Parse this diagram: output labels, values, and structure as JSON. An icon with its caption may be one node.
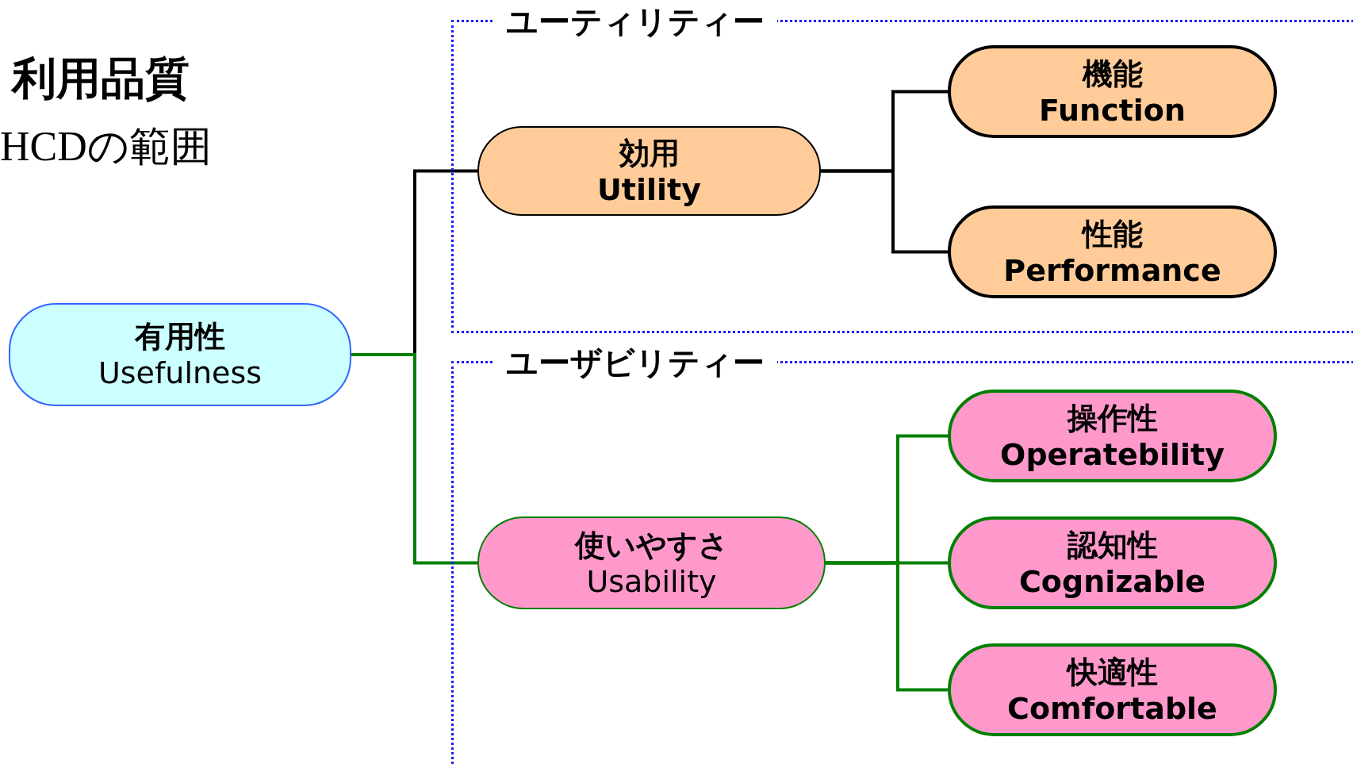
{
  "diagram": {
    "nodes": [
      {
        "text": [
          "有用性",
          "Usefulness"
        ]
      },
      {
        "text": [
          "ユーティリティー"
        ]
      },
      {
        "text": [
          "効用",
          "Utility"
        ],
        "in": 1
      },
      {
        "text": [
          "機能",
          "Function"
        ],
        "in": 1
      },
      {
        "text": [
          "性能",
          "Performance"
        ],
        "in": 1
      },
      {
        "text": [
          "ユーザビリティー"
        ]
      },
      {
        "text": [
          "使いやすさ",
          "Usability"
        ],
        "in": 5
      },
      {
        "text": [
          "操作性",
          "Operatebility"
        ],
        "in": 5
      },
      {
        "text": [
          "認知性",
          "Cognizable"
        ],
        "in": 5
      },
      {
        "text": [
          "快適性",
          "Comfortable"
        ],
        "in": 5
      }
    ],
    "edges": [
      {
        "from": 0,
        "to": 2,
        "arrow": "none",
        "color": "#000000"
      },
      {
        "from": 0,
        "to": 6,
        "arrow": "none"
      },
      {
        "from": 2,
        "to": 3,
        "arrow": "none",
        "color": "#000000"
      },
      {
        "from": 2,
        "to": 4,
        "arrow": "none",
        "color": "#000000"
      },
      {
        "from": 6,
        "to": 7,
        "arrow": "none"
      },
      {
        "from": 6,
        "to": 8,
        "arrow": "none"
      },
      {
        "from": 6,
        "to": 9,
        "arrow": "none"
      }
    ],
    "labels": [
      "利用品質",
      "HCDの範囲"
    ]
  }
}
